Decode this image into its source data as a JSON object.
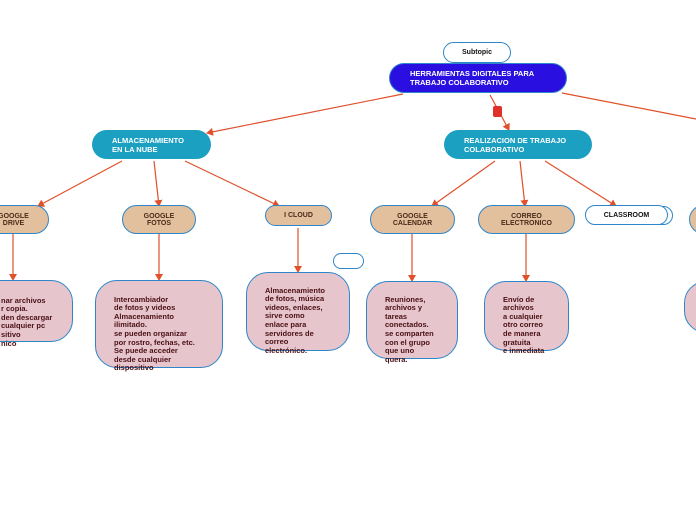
{
  "colors": {
    "root_bg": "#2a10e0",
    "topic_bg": "#1ba0c2",
    "leaf_bg": "#e3c09d",
    "note_bg": "#e6c5cc",
    "connector": "#e0502a",
    "border": "#2e86c9"
  },
  "subtopic_label": "Subtopic",
  "root": {
    "title_line1": "HERRAMIENTAS DIGITALES PARA",
    "title_line2": "TRABAJO COLABORATIVO"
  },
  "topics": {
    "storage": {
      "line1": "ALMACENAMIENTO",
      "line2": "EN LA NUBE"
    },
    "collab": {
      "line1": "REALIZACION DE TRABAJO",
      "line2": "COLABORATIVO"
    }
  },
  "leaves": {
    "gdrive": "GOOGLE\nDRIVE",
    "gphotos": "GOOGLE\nFOTOS",
    "icloud": "I CLOUD",
    "gcalendar": "GOOGLE\nCALENDAR",
    "email": "CORREO\nELECTRONICO",
    "classroom": "CLASSROOM"
  },
  "notes": {
    "gdrive": "nar archivos\nr copia.\nden descargar\ncualquier pc\nsitivo\nnico",
    "gphotos": "Intercambiador\nde fotos y videos\nAlmacenamiento\nilimitado.\nse pueden organizar\npor rostro, fechas, etc.\nSe puede acceder\ndesde cualquier\ndispositivo",
    "icloud": "Almacenamiento\nde fotos, música\nvideos, enlaces,\nsirve como\nenlace para\nservidores de\ncorreo\nelectrónico.",
    "gcalendar": "Reuniones,\narchivos y\ntareas\nconectados.\nse comparten\ncon el grupo\nque uno\nquera.",
    "email": "Envío de\narchivos\na cualquier\notro correo\nde manera\ngratuita\ne inmediata"
  }
}
